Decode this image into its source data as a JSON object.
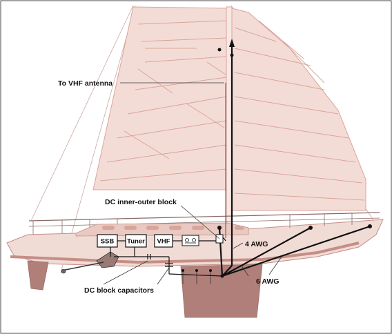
{
  "diagram": {
    "labels": {
      "vhf_antenna": "To VHF antenna",
      "dc_inner_outer_block": "DC inner-outer block",
      "awg4": "4 AWG",
      "awg6": "6 AWG",
      "dc_block_capacitors": "DC block capacitors"
    },
    "boxes": {
      "ssb": "SSB",
      "tuner": "Tuner",
      "vhf": "VHF"
    },
    "colors": {
      "sail": "#f4dcd6",
      "sail_lines": "#d9a49a",
      "hull": "#f1dbd5",
      "hull_stripe": "#c48e86",
      "keel": "#b07f79",
      "wire": "#111111"
    }
  }
}
